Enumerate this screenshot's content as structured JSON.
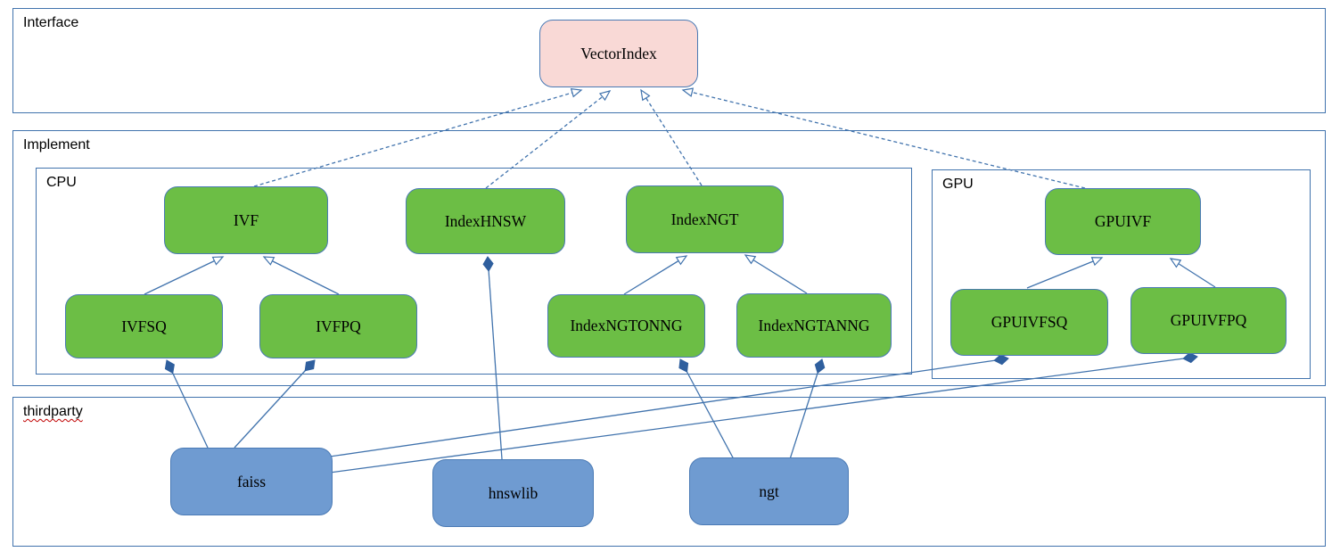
{
  "containers": {
    "interface": {
      "label": "Interface"
    },
    "implement": {
      "label": "Implement"
    },
    "cpu": {
      "label": "CPU"
    },
    "gpu": {
      "label": "GPU"
    },
    "thirdparty": {
      "label": "thirdparty"
    }
  },
  "nodes": {
    "vectorindex": {
      "label": "VectorIndex",
      "kind": "interface"
    },
    "ivf": {
      "label": "IVF",
      "kind": "cpu-class"
    },
    "indexhnsw": {
      "label": "IndexHNSW",
      "kind": "cpu-class"
    },
    "indexngt": {
      "label": "IndexNGT",
      "kind": "cpu-class"
    },
    "ivfsq": {
      "label": "IVFSQ",
      "kind": "cpu-class"
    },
    "ivfpq": {
      "label": "IVFPQ",
      "kind": "cpu-class"
    },
    "indexngtonng": {
      "label": "IndexNGTONNG",
      "kind": "cpu-class"
    },
    "indexngtanng": {
      "label": "IndexNGTANNG",
      "kind": "cpu-class"
    },
    "gpuivf": {
      "label": "GPUIVF",
      "kind": "gpu-class"
    },
    "gpuivfsq": {
      "label": "GPUIVFSQ",
      "kind": "gpu-class"
    },
    "gpuivfpq": {
      "label": "GPUIVFPQ",
      "kind": "gpu-class"
    },
    "faiss": {
      "label": "faiss",
      "kind": "thirdparty-lib"
    },
    "hnswlib": {
      "label": "hnswlib",
      "kind": "thirdparty-lib"
    },
    "ngt": {
      "label": "ngt",
      "kind": "thirdparty-lib"
    }
  },
  "edges": [
    {
      "from": "IVF",
      "to": "VectorIndex",
      "type": "realization-dashed-hollow-arrow"
    },
    {
      "from": "IndexHNSW",
      "to": "VectorIndex",
      "type": "realization-dashed-hollow-arrow"
    },
    {
      "from": "IndexNGT",
      "to": "VectorIndex",
      "type": "realization-dashed-hollow-arrow"
    },
    {
      "from": "GPUIVF",
      "to": "VectorIndex",
      "type": "realization-dashed-hollow-arrow"
    },
    {
      "from": "IVFSQ",
      "to": "IVF",
      "type": "generalization-hollow-arrow"
    },
    {
      "from": "IVFPQ",
      "to": "IVF",
      "type": "generalization-hollow-arrow"
    },
    {
      "from": "IndexNGTONNG",
      "to": "IndexNGT",
      "type": "generalization-hollow-arrow"
    },
    {
      "from": "IndexNGTANNG",
      "to": "IndexNGT",
      "type": "generalization-hollow-arrow"
    },
    {
      "from": "GPUIVFSQ",
      "to": "GPUIVF",
      "type": "generalization-hollow-arrow"
    },
    {
      "from": "GPUIVFPQ",
      "to": "GPUIVF",
      "type": "generalization-hollow-arrow"
    },
    {
      "from": "hnswlib",
      "to": "IndexHNSW",
      "type": "composition-filled-diamond"
    },
    {
      "from": "faiss",
      "to": "IVFSQ",
      "type": "composition-filled-diamond"
    },
    {
      "from": "faiss",
      "to": "IVFPQ",
      "type": "composition-filled-diamond"
    },
    {
      "from": "faiss",
      "to": "GPUIVFSQ",
      "type": "composition-filled-diamond"
    },
    {
      "from": "faiss",
      "to": "GPUIVFPQ",
      "type": "composition-filled-diamond"
    },
    {
      "from": "ngt",
      "to": "IndexNGTONNG",
      "type": "composition-filled-diamond"
    },
    {
      "from": "ngt",
      "to": "IndexNGTANNG",
      "type": "composition-filled-diamond"
    }
  ],
  "colors": {
    "line": "#4173ad",
    "node_border": "#4a7ab5",
    "node_green_fill": "#6cbe45",
    "node_blue_fill": "#6f9bd1",
    "node_pink_fill": "#f9d9d6",
    "diamond_fill": "#2f5f9e",
    "spellcheck_underline": "#c00000"
  }
}
